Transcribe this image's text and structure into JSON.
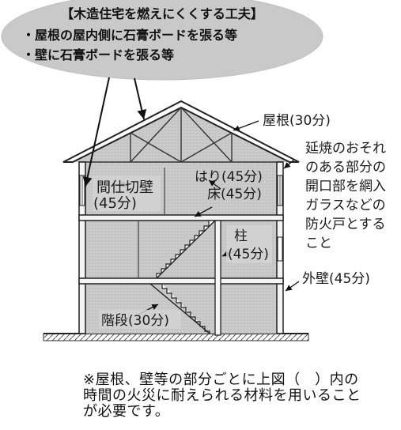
{
  "callout": {
    "title": "【木造住宅を燃えにくくする工夫】",
    "items": [
      "・屋根の屋内側に石膏ボードを張る等",
      "・壁に石膏ボードを張る等"
    ]
  },
  "labels": {
    "roof": "屋根(30分)",
    "opening_line1": "延焼のおそれ",
    "opening_line2": "のある部分の",
    "opening_line3": "開口部を網入",
    "opening_line4": "ガラスなどの",
    "opening_line5": "防火戸とする",
    "opening_line6": "こと",
    "partition_line1": "間仕切壁",
    "partition_line2": "(45分)",
    "beam": "はり(45分)",
    "floor": "床(45分)",
    "column_line1": "柱",
    "column_line2": "(45分)",
    "exterior_wall": "外壁(45分)",
    "stairs": "階段(30分)"
  },
  "footer": {
    "line1": "※屋根、壁等の部分ごとに上図（　）内の",
    "line2": "時間の火災に耐えられる材料を用いること",
    "line3": "が必要です。"
  }
}
